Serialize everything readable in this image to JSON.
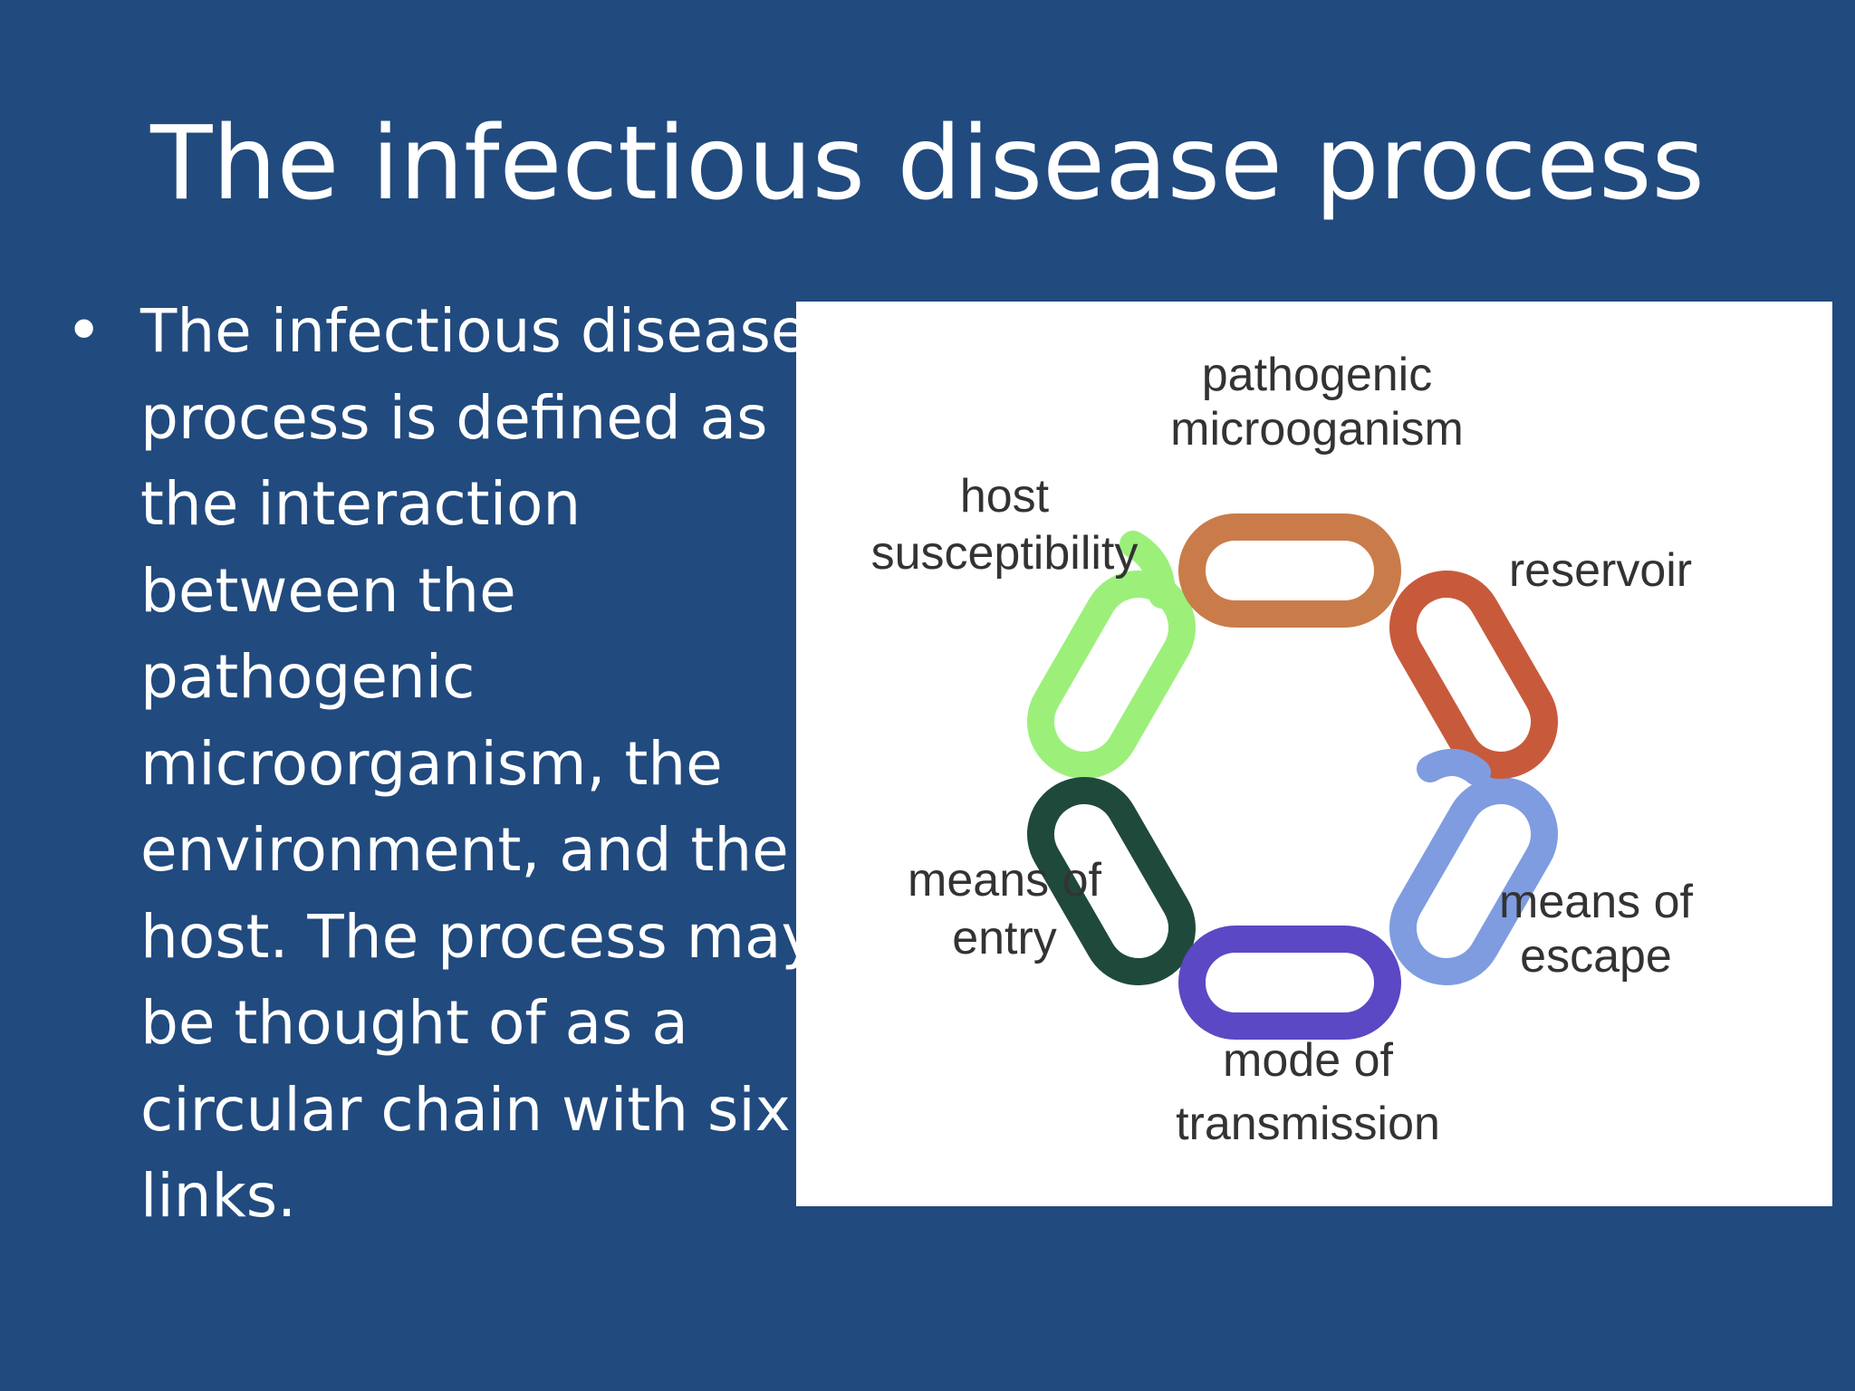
{
  "slide": {
    "title": "The infectious disease process",
    "bullet": {
      "icon": "bullet-dot",
      "lines": [
        "The infectious disease",
        "process is defined as",
        "the interaction",
        "between the",
        "pathogenic",
        "microorganism, the",
        "environment, and the",
        "host. The process may",
        "be thought of as a",
        "circular chain with six",
        "links."
      ]
    }
  },
  "figure": {
    "links": [
      {
        "label_lines": [
          "pathogenic",
          "microoganism"
        ],
        "color": "#c97c4a"
      },
      {
        "label_lines": [
          "reservoir"
        ],
        "color": "#c85a3c"
      },
      {
        "label_lines": [
          "means of",
          "escape"
        ],
        "color": "#7f9ce0"
      },
      {
        "label_lines": [
          "mode of",
          "transmission"
        ],
        "color": "#5b48c4"
      },
      {
        "label_lines": [
          "means of",
          "entry"
        ],
        "color": "#1f4a3b"
      },
      {
        "label_lines": [
          "host",
          "susceptibility"
        ],
        "color": "#9cf07a"
      }
    ]
  }
}
